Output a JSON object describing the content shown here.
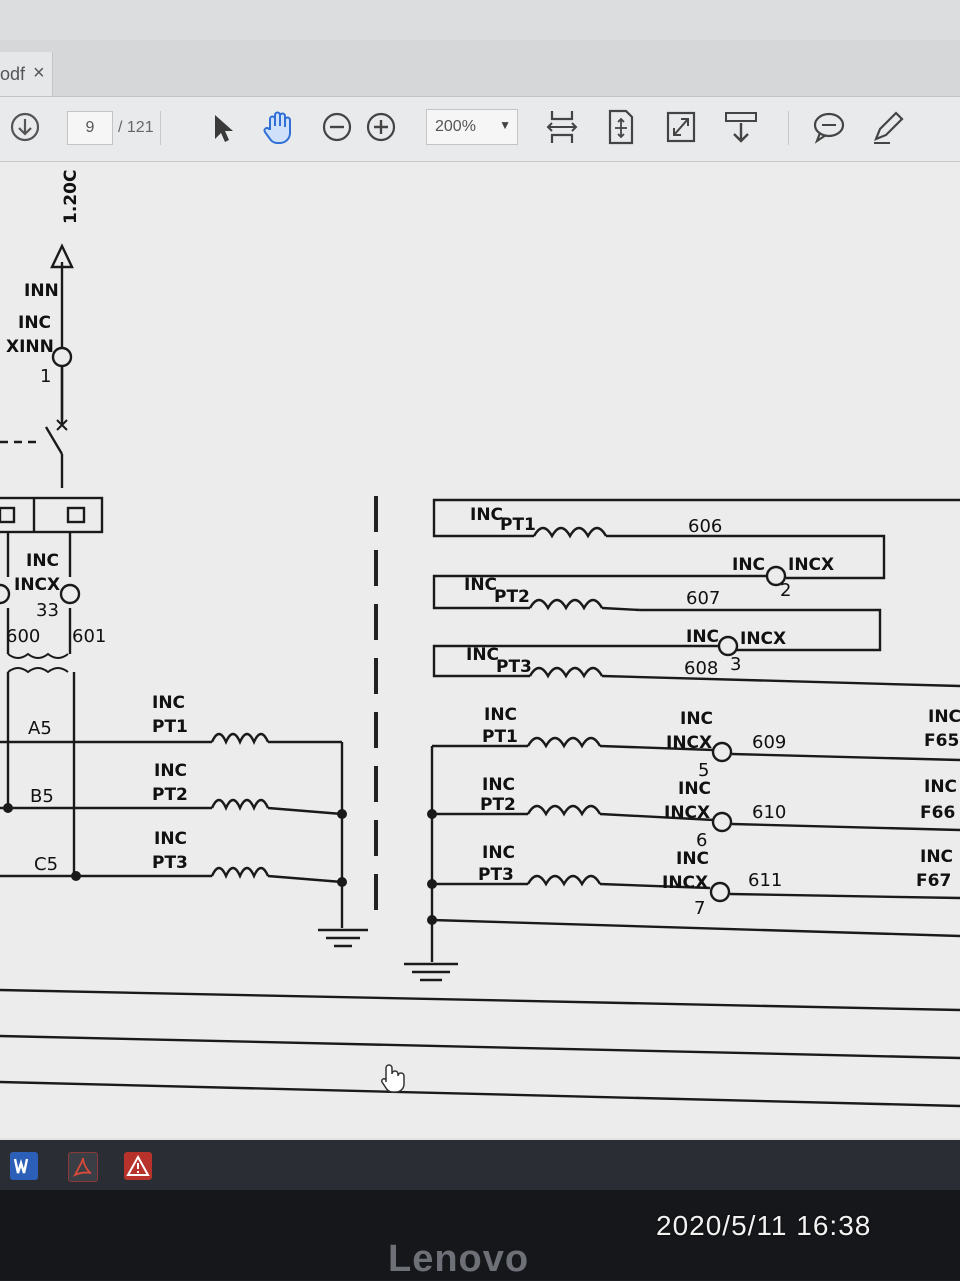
{
  "tab": {
    "name": "odf",
    "close": "×"
  },
  "toolbar": {
    "page_current": "9",
    "page_total": "/ 121",
    "zoom": "200%"
  },
  "icons": [
    "download-icon",
    "select-arrow-icon",
    "hand-icon",
    "zoom-out-icon",
    "zoom-in-icon",
    "fit-width-icon",
    "fit-page-icon",
    "fullscreen-icon",
    "read-mode-icon",
    "comment-icon",
    "pen-icon"
  ],
  "diagram": {
    "left": {
      "top_ref": "1.20C",
      "inn": "INN",
      "inc_xinn": [
        "INC",
        "XINN"
      ],
      "node_1": "1",
      "incx": [
        "INC",
        "INCX"
      ],
      "node_33": "33",
      "w600": "600",
      "w601": "601",
      "phases": [
        "A5",
        "B5",
        "C5"
      ],
      "pt_labels": [
        [
          "INC",
          "PT1"
        ],
        [
          "INC",
          "PT2"
        ],
        [
          "INC",
          "PT3"
        ]
      ]
    },
    "right": {
      "top_rows": [
        {
          "inc": "INC",
          "pt": "PT1",
          "wire": "606"
        },
        {
          "inc": "INC",
          "pt": "PT2",
          "wire": "607"
        },
        {
          "inc": "INC",
          "pt": "PT3",
          "wire": "608"
        }
      ],
      "link_rows": [
        {
          "a": "INC",
          "b": "INCX",
          "node": "2"
        },
        {
          "a": "INC",
          "b": "INCX",
          "node": "3"
        }
      ],
      "bottom_rows": [
        {
          "inc": "INC",
          "pt": "PT1",
          "x1": "INC",
          "x2": "INCX",
          "node": "5",
          "wire": "609",
          "f1": "INC",
          "f2": "F65"
        },
        {
          "inc": "INC",
          "pt": "PT2",
          "x1": "INC",
          "x2": "INCX",
          "node": "6",
          "wire": "610",
          "f1": "INC",
          "f2": "F66"
        },
        {
          "inc": "INC",
          "pt": "PT3",
          "x1": "INC",
          "x2": "INCX",
          "node": "7",
          "wire": "611",
          "f1": "INC",
          "f2": "F67"
        }
      ]
    }
  },
  "watermark": {
    "datetime": "2020/5/11  16:38"
  },
  "bezel_brand": "Lenovo",
  "colors": {
    "accent_hand": "#2f6fd6",
    "screen": "#ececec",
    "bezel": "#16171a"
  }
}
